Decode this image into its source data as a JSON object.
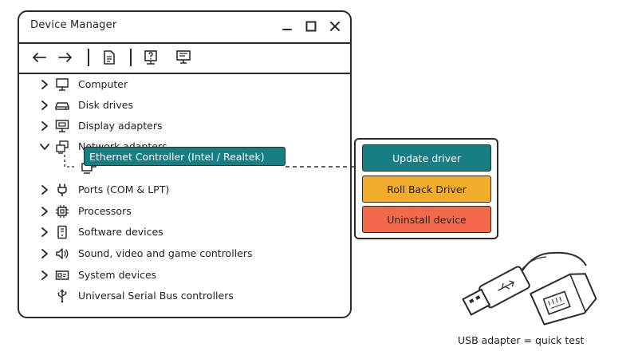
{
  "window": {
    "title": "Device Manager"
  },
  "tree": {
    "categories": [
      {
        "label": "Computer",
        "icon": "monitor-icon",
        "expanded": false
      },
      {
        "label": "Disk drives",
        "icon": "disk-drive-icon",
        "expanded": false
      },
      {
        "label": "Display adapters",
        "icon": "display-adapter-icon",
        "expanded": false
      },
      {
        "label": "Network adapters",
        "icon": "network-adapter-icon",
        "expanded": true
      },
      {
        "label": "Ports (COM & LPT)",
        "icon": "plug-icon",
        "expanded": false
      },
      {
        "label": "Processors",
        "icon": "cpu-icon",
        "expanded": false
      },
      {
        "label": "Software devices",
        "icon": "software-device-icon",
        "expanded": false
      },
      {
        "label": "Sound, video and game controllers",
        "icon": "speaker-icon",
        "expanded": false
      },
      {
        "label": "System devices",
        "icon": "system-device-icon",
        "expanded": false
      },
      {
        "label": "Universal Serial Bus controllers",
        "icon": "usb-icon",
        "expanded": false
      }
    ],
    "selected_device": {
      "label": "Ethernet Controller (Intel / Realtek)",
      "icon": "network-adapter-icon"
    }
  },
  "context_menu": {
    "items": [
      {
        "label": "Update driver",
        "color": "#177f83",
        "text_color": "#ffffff"
      },
      {
        "label": "Roll Back Driver",
        "color": "#f0ad2c",
        "text_color": "#222222"
      },
      {
        "label": "Uninstall device",
        "color": "#f26a4b",
        "text_color": "#222222"
      }
    ]
  },
  "illustration": {
    "caption": "USB adapter = quick test"
  },
  "colors": {
    "accent_teal": "#177f83",
    "warning_orange": "#f0ad2c",
    "danger_red": "#f26a4b",
    "stroke": "#2b2b2b"
  }
}
